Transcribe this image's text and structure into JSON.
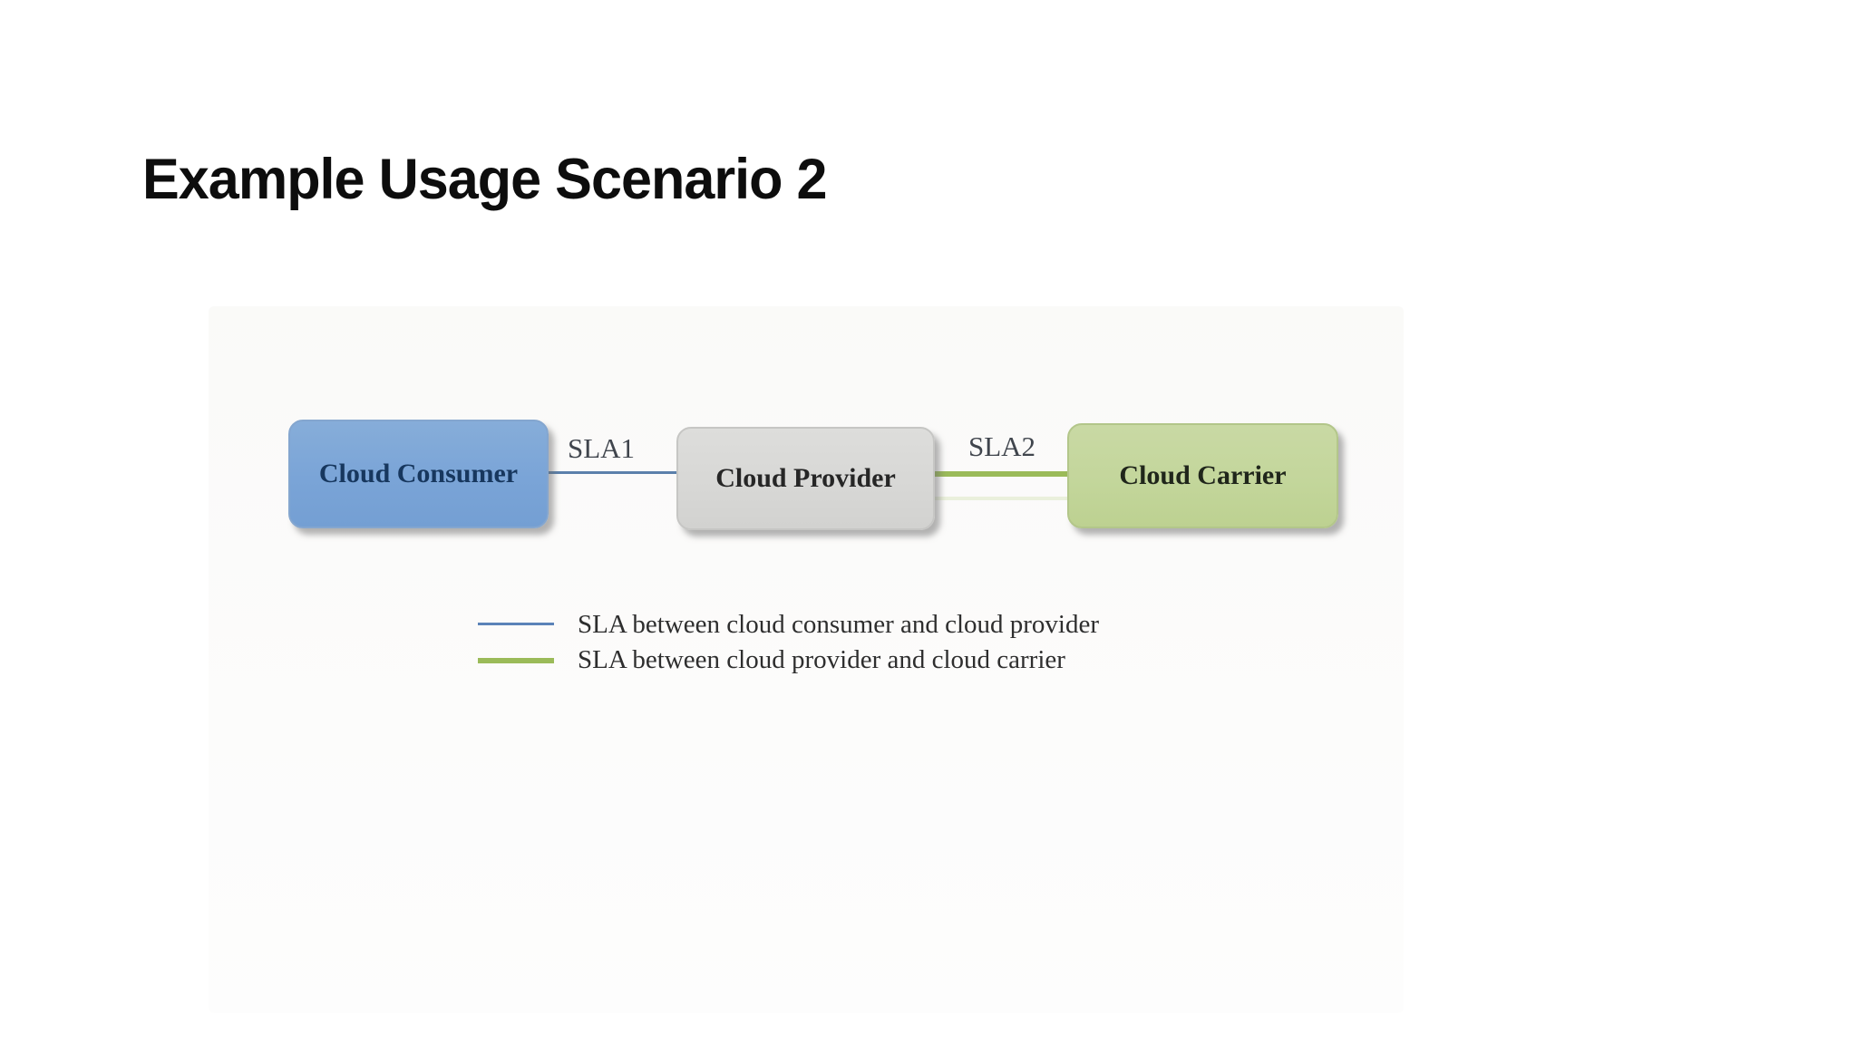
{
  "slide": {
    "title": "Example Usage Scenario 2"
  },
  "diagram": {
    "nodes": [
      {
        "label": "Cloud Consumer",
        "fill": "#7da7d9",
        "text_color": "#17375e"
      },
      {
        "label": "Cloud Provider",
        "fill": "#d9d9d9",
        "text_color": "#262626"
      },
      {
        "label": "Cloud Carrier",
        "fill": "#c3d69b",
        "text_color": "#20261b"
      }
    ],
    "connectors": [
      {
        "label": "SLA1",
        "color": "#5b80ab",
        "from": "Cloud Consumer",
        "to": "Cloud Provider"
      },
      {
        "label": "SLA2",
        "color": "#9bbb59",
        "from": "Cloud Provider",
        "to": "Cloud Carrier"
      }
    ]
  },
  "legend": {
    "items": [
      {
        "color": "#5b83b8",
        "label": "SLA between cloud consumer and cloud provider"
      },
      {
        "color": "#9bbb59",
        "label": "SLA between cloud provider and cloud carrier"
      }
    ]
  }
}
